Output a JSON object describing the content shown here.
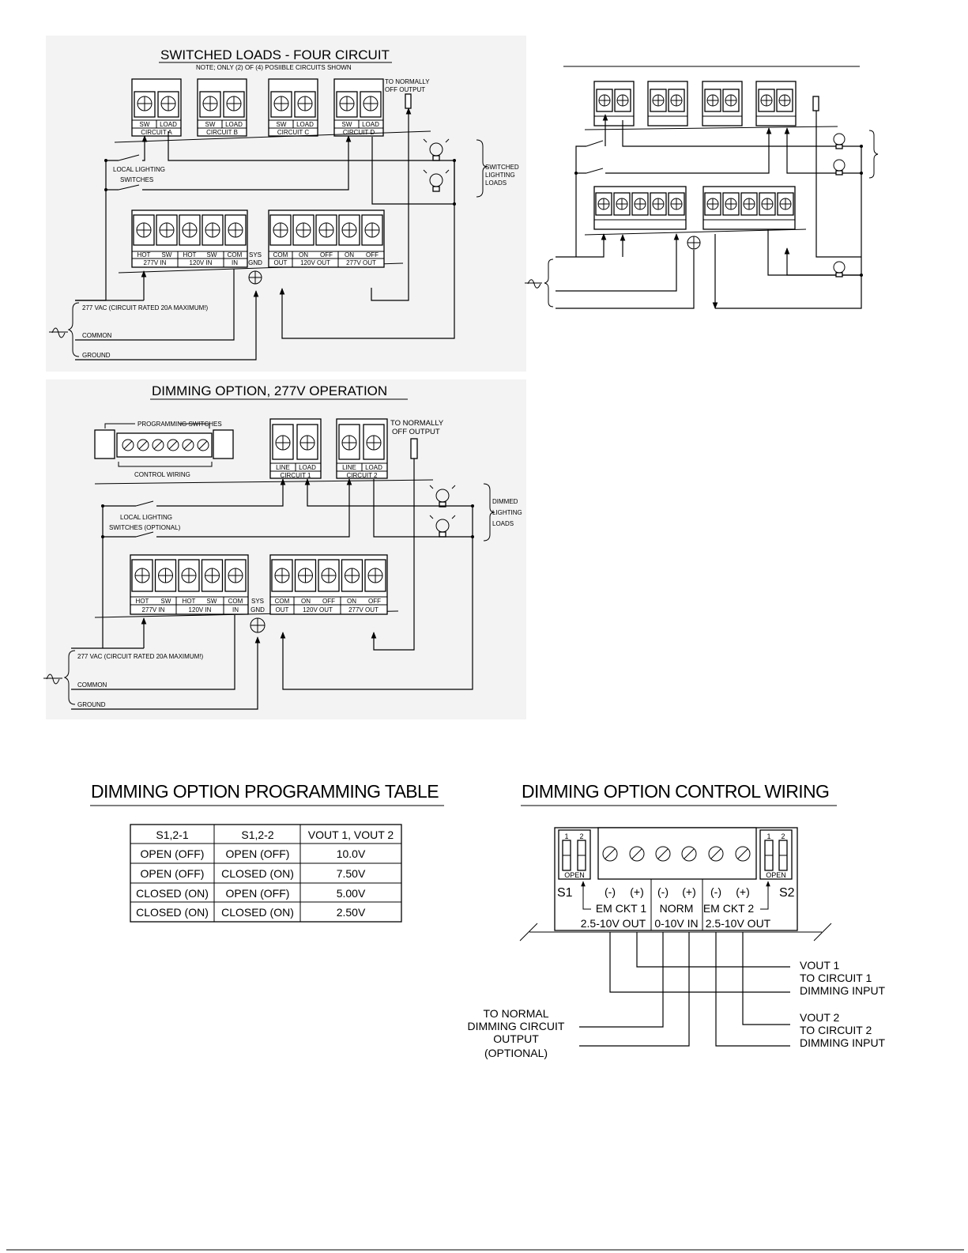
{
  "switched": {
    "title": "SWITCHED LOADS - FOUR CIRCUIT",
    "note": "NOTE; ONLY (2) OF (4) POSIIBLE CIRCUITS SHOWN",
    "to_off_output": [
      "TO NORMALLY",
      "OFF OUTPUT"
    ],
    "circuits": [
      {
        "t1": "SW",
        "t2": "LOAD",
        "name": "CIRCUIT A"
      },
      {
        "t1": "SW",
        "t2": "LOAD",
        "name": "CIRCUIT B"
      },
      {
        "t1": "SW",
        "t2": "LOAD",
        "name": "CIRCUIT C"
      },
      {
        "t1": "SW",
        "t2": "LOAD",
        "name": "CIRCUIT D"
      }
    ],
    "switches_label": [
      "LOCAL LIGHTING",
      "SWITCHES"
    ],
    "loads_label": [
      "SWITCHED",
      "LIGHTING",
      "LOADS"
    ],
    "input_terms": [
      "HOT",
      "SW",
      "HOT",
      "SW",
      "COM"
    ],
    "input_groups": [
      "277V IN",
      "120V IN",
      "IN"
    ],
    "sys_gnd": [
      "SYS",
      "GND"
    ],
    "output_terms": [
      "COM",
      "ON",
      "OFF",
      "ON",
      "OFF"
    ],
    "output_groups": [
      "OUT",
      "120V OUT",
      "277V OUT"
    ],
    "supply": "277 VAC (CIRCUIT RATED 20A MAXIMUM!)",
    "common": "COMMON",
    "ground": "GROUND"
  },
  "dimming": {
    "title": "DIMMING OPTION, 277V OPERATION",
    "prog_switches": "PROGRAMMING SWITCHES",
    "control_wiring": "CONTROL WIRING",
    "to_off_output": [
      "TO NORMALLY",
      "OFF OUTPUT"
    ],
    "circuits": [
      {
        "t1": "LINE",
        "t2": "LOAD",
        "name": "CIRCUIT 1"
      },
      {
        "t1": "LINE",
        "t2": "LOAD",
        "name": "CIRCUIT 2"
      }
    ],
    "switches_label": [
      "LOCAL LIGHTING",
      "SWITCHES (OPTIONAL)"
    ],
    "loads_label": [
      "DIMMED",
      "LIGHTING",
      "LOADS"
    ],
    "input_terms": [
      "HOT",
      "SW",
      "HOT",
      "SW",
      "COM"
    ],
    "input_groups": [
      "277V IN",
      "120V IN",
      "IN"
    ],
    "sys_gnd": [
      "SYS",
      "GND"
    ],
    "output_terms": [
      "COM",
      "ON",
      "OFF",
      "ON",
      "OFF"
    ],
    "output_groups": [
      "OUT",
      "120V OUT",
      "277V OUT"
    ],
    "supply": "277 VAC (CIRCUIT RATED 20A MAXIMUM!)",
    "common": "COMMON",
    "ground": "GROUND"
  },
  "table": {
    "title": "DIMMING OPTION PROGRAMMING TABLE",
    "headers": [
      "S1,2-1",
      "S1,2-2",
      "VOUT 1, VOUT 2"
    ],
    "rows": [
      [
        "OPEN (OFF)",
        "OPEN (OFF)",
        "10.0V"
      ],
      [
        "OPEN (OFF)",
        "CLOSED (ON)",
        "7.50V"
      ],
      [
        "CLOSED (ON)",
        "OPEN (OFF)",
        "5.00V"
      ],
      [
        "CLOSED (ON)",
        "CLOSED (ON)",
        "2.50V"
      ]
    ]
  },
  "control": {
    "title": "DIMMING OPTION CONTROL WIRING",
    "dip_nums": [
      "1",
      "2"
    ],
    "open": "OPEN",
    "s1": "S1",
    "s2": "S2",
    "polarity": [
      "(-)",
      "(+)",
      "(-)",
      "(+)",
      "(-)",
      "(+)"
    ],
    "groups": [
      {
        "l1": "EM CKT 1",
        "l2": "2.5-10V OUT"
      },
      {
        "l1": "NORM",
        "l2": "0-10V IN"
      },
      {
        "l1": "EM CKT 2",
        "l2": "2.5-10V OUT"
      }
    ],
    "vout1": [
      "VOUT 1",
      "TO CIRCUIT 1",
      "DIMMING INPUT"
    ],
    "vout2": [
      "VOUT 2",
      "TO CIRCUIT 2",
      "DIMMING INPUT"
    ],
    "normal": [
      "TO NORMAL",
      "DIMMING CIRCUIT",
      "OUTPUT",
      "(OPTIONAL)"
    ]
  }
}
